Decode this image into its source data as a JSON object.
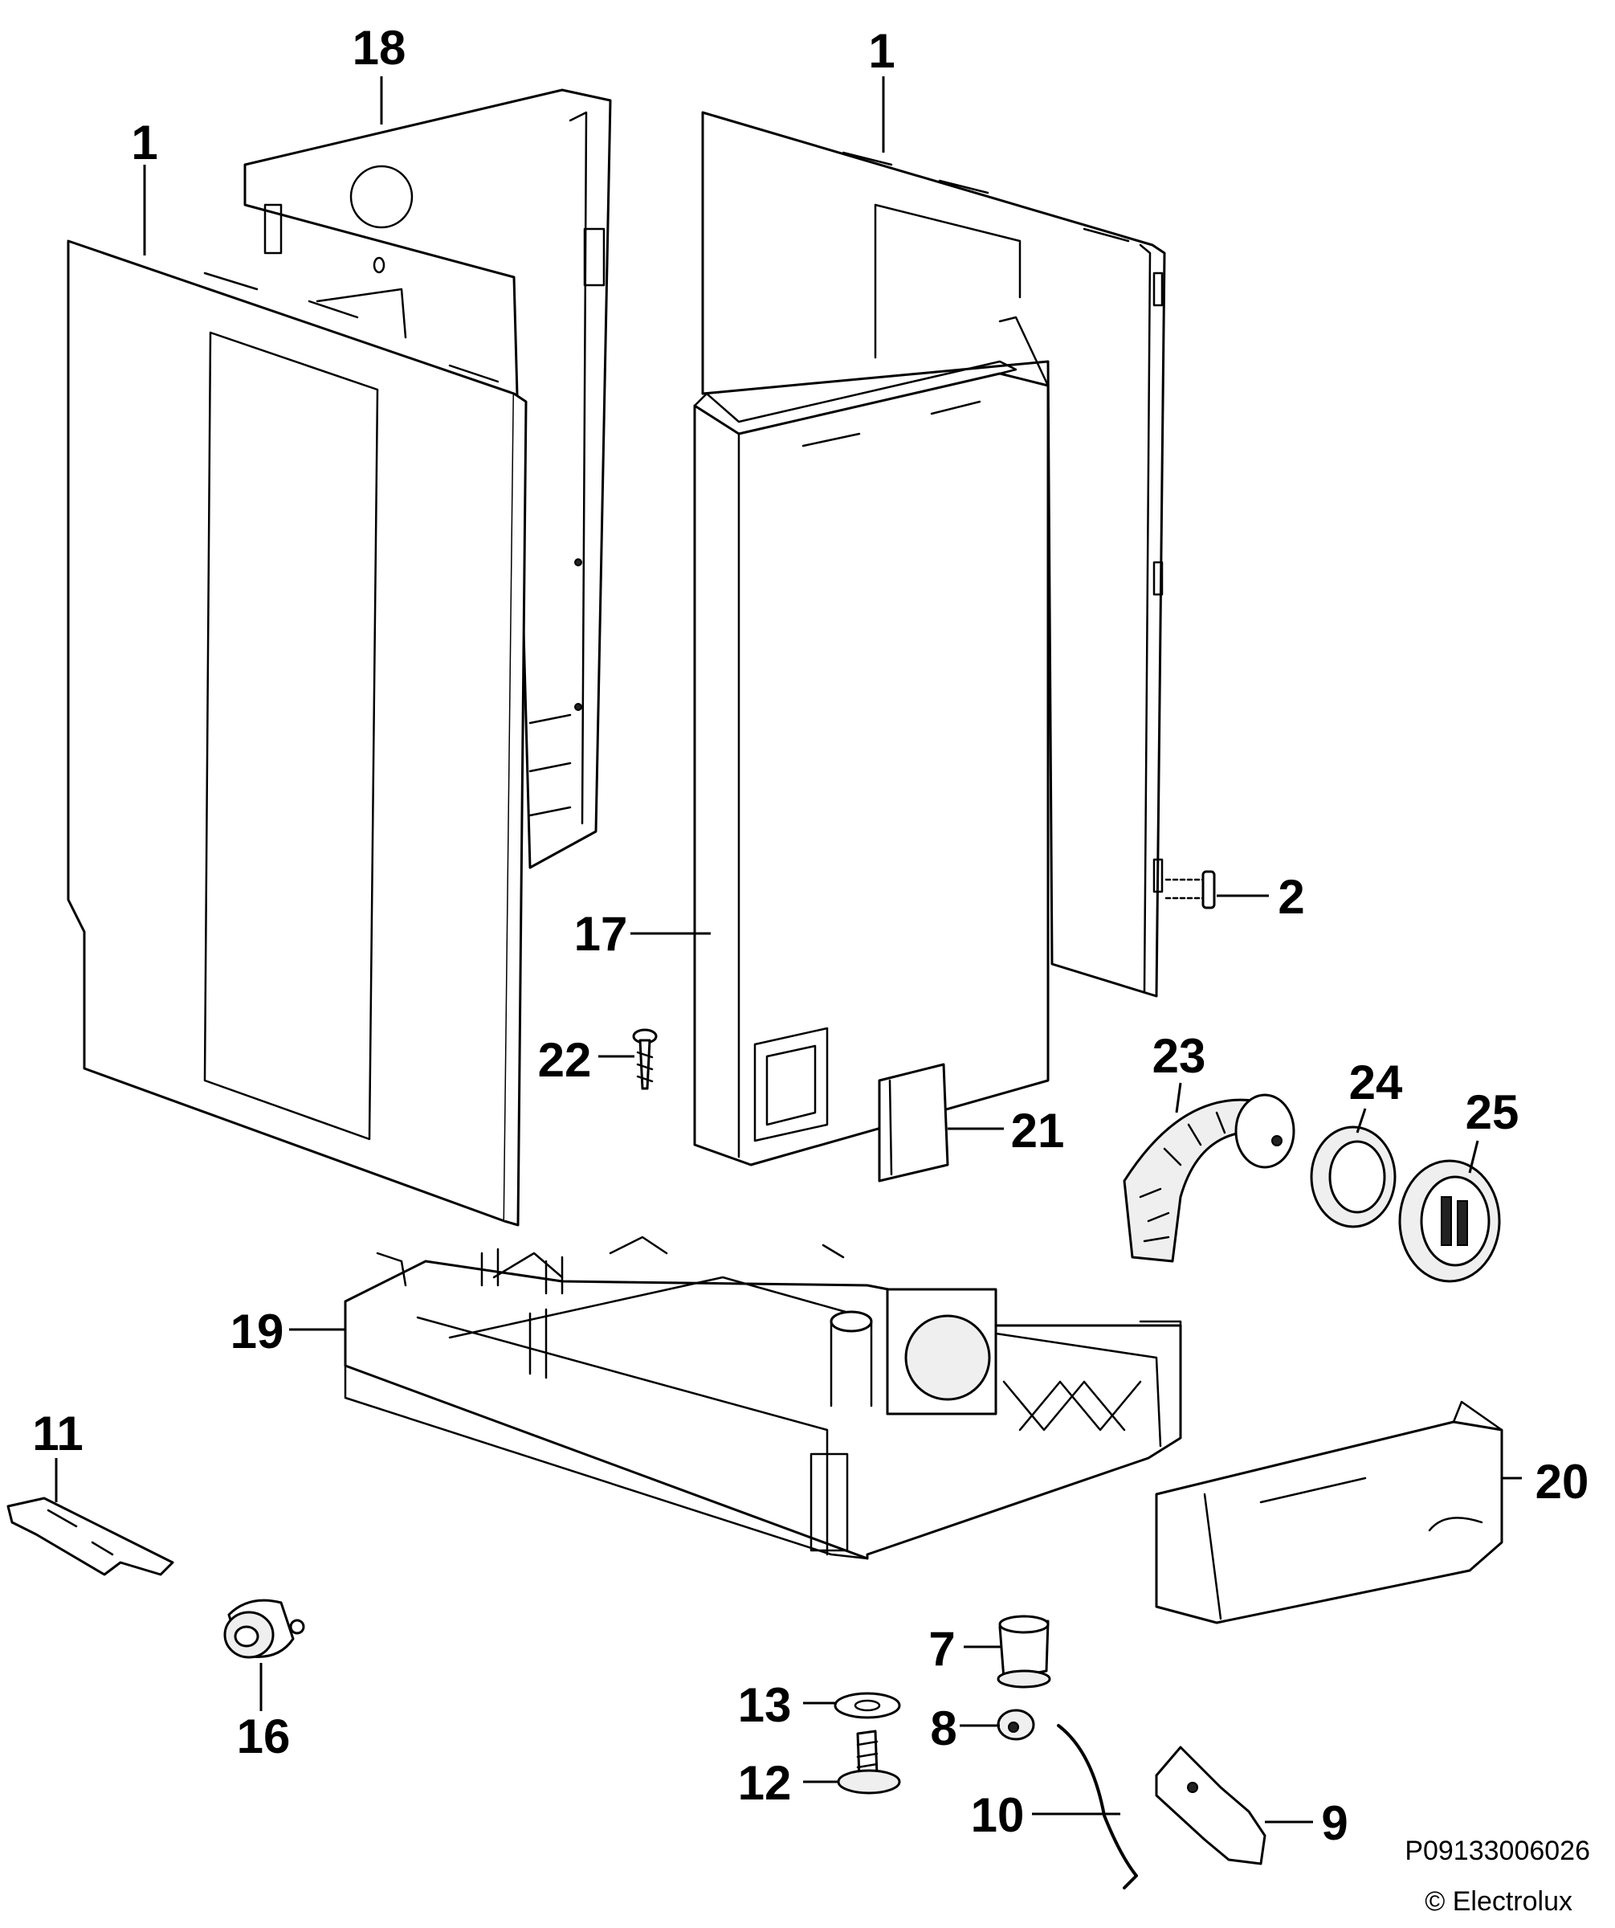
{
  "callouts": [
    {
      "label": "18"
    },
    {
      "label": "1"
    },
    {
      "label": "1"
    },
    {
      "label": "2"
    },
    {
      "label": "17"
    },
    {
      "label": "22"
    },
    {
      "label": "23"
    },
    {
      "label": "24"
    },
    {
      "label": "25"
    },
    {
      "label": "21"
    },
    {
      "label": "19"
    },
    {
      "label": "11"
    },
    {
      "label": "20"
    },
    {
      "label": "16"
    },
    {
      "label": "7"
    },
    {
      "label": "13"
    },
    {
      "label": "8"
    },
    {
      "label": "12"
    },
    {
      "label": "10"
    },
    {
      "label": "9"
    }
  ],
  "footer": {
    "code": "P09133006026",
    "copyright": "© Electrolux"
  }
}
